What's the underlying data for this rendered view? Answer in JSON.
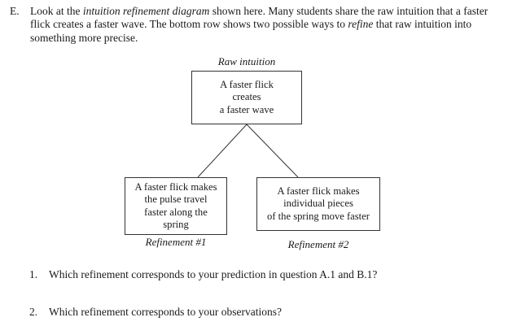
{
  "page": {
    "background": "#ffffff",
    "text_color": "#1a1a1a",
    "border_color": "#333333"
  },
  "intro": {
    "marker": "E.",
    "text_part_1": "Look at the ",
    "italic_1": "intuition refinement diagram",
    "text_part_2": " shown here. Many students share the raw intuition that a faster flick creates a faster wave. The bottom row shows two possible ways to ",
    "italic_2": "refine",
    "text_part_3": " that raw intuition into something more precise."
  },
  "diagram": {
    "root": {
      "caption": "Raw intuition",
      "lines": [
        "A faster flick",
        "creates",
        "a faster wave"
      ]
    },
    "refinement_1": {
      "caption": "Refinement #1",
      "lines": [
        "A faster flick makes",
        "the pulse travel",
        "faster along the",
        "spring"
      ]
    },
    "refinement_2": {
      "caption": "Refinement #2",
      "lines": [
        "A faster flick makes",
        "individual pieces",
        "of the spring move faster"
      ]
    }
  },
  "questions": [
    {
      "marker": "1.",
      "text": "Which refinement corresponds to your prediction in question A.1 and B.1?"
    },
    {
      "marker": "2.",
      "text": "Which refinement corresponds to your observations?"
    }
  ]
}
